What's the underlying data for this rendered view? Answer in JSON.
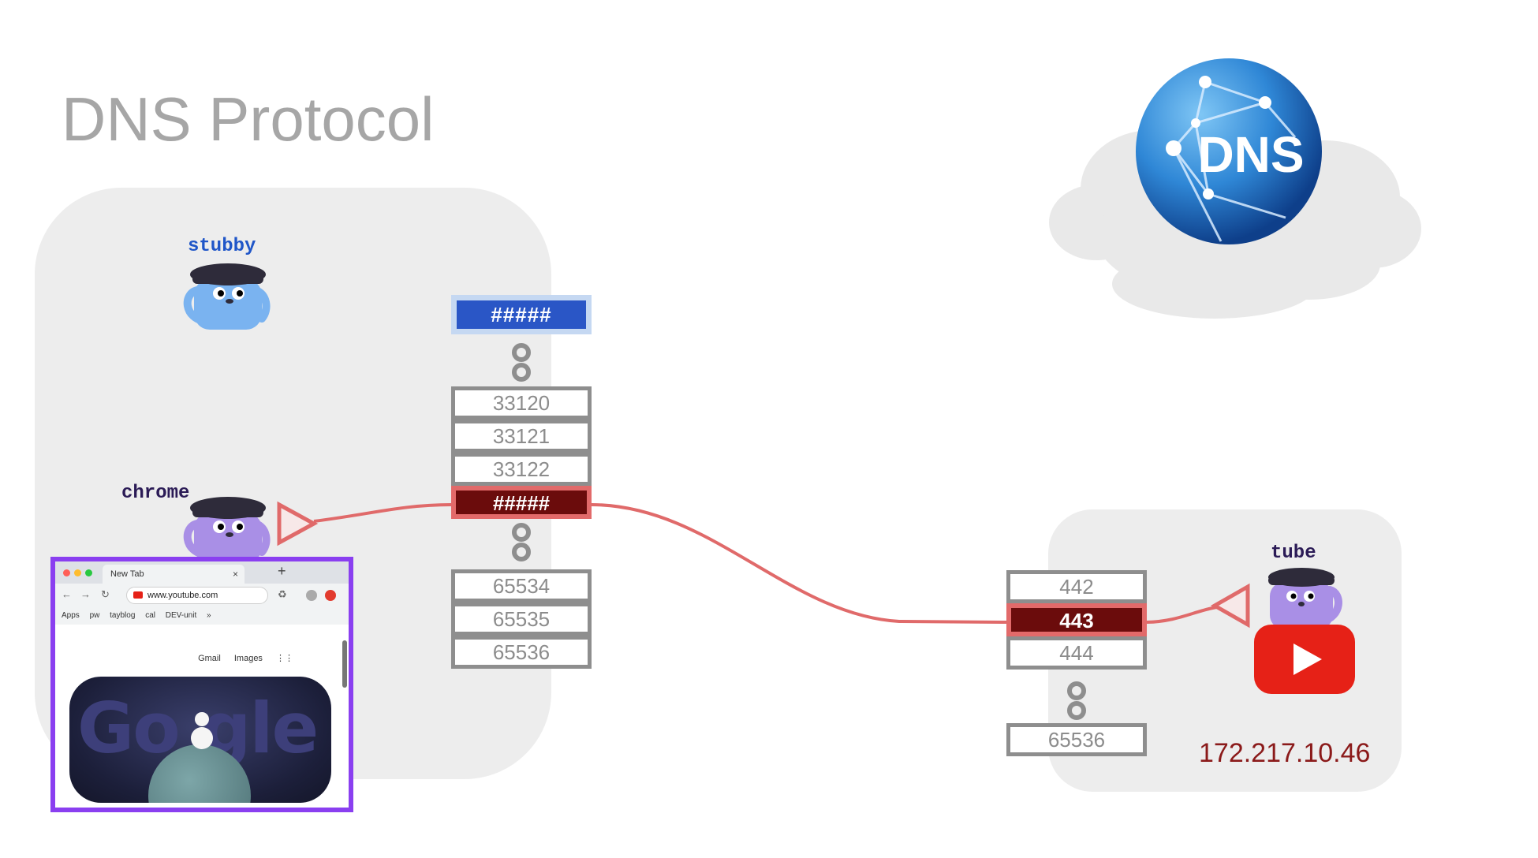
{
  "title": "DNS Protocol",
  "cloud": {
    "logo_text": "DNS"
  },
  "characters": {
    "stubby": "stubby",
    "chrome": "chrome",
    "tube": "tube"
  },
  "client": {
    "stubby_port": "#####",
    "ports_top": [
      "33120",
      "33121",
      "33122",
      "#####"
    ],
    "ports_bottom": [
      "65534",
      "65535",
      "65536"
    ],
    "active_port": "#####"
  },
  "server": {
    "ports_top": [
      "442",
      "443",
      "444"
    ],
    "ports_bottom": [
      "65536"
    ],
    "active_port": "443",
    "ip": "172.217.10.46"
  },
  "browser": {
    "tab_title": "New Tab",
    "new_tab_symbol": "+",
    "tab_close_symbol": "×",
    "url": "www.youtube.com",
    "bookmarks": [
      "Apps",
      "pw",
      "tayblog",
      "cal",
      "DEV-unit",
      "»"
    ],
    "top_links": [
      "Gmail",
      "Images"
    ],
    "doodle_text": "Go gle"
  },
  "colors": {
    "connection": "#e06a6a",
    "active_port_bg": "#6b0c0c",
    "stubby_port_bg": "#2a56c6",
    "browser_border": "#8a3ff0",
    "stubby_body": "#7ab3f0",
    "chrome_body": "#a98fe6",
    "youtube_red": "#e62117",
    "ip_color": "#8b1a1a"
  }
}
